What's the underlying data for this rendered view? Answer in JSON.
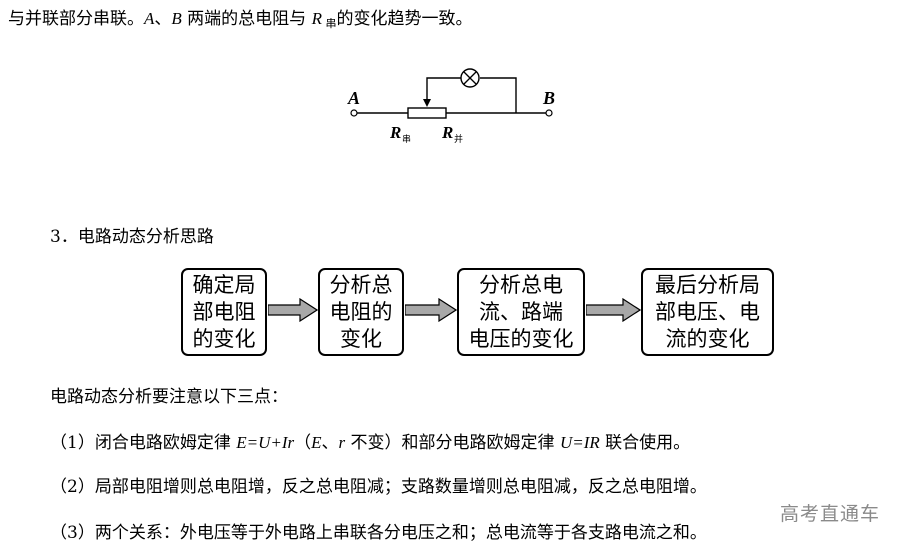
{
  "intro": {
    "text1": "与并联部分串联。",
    "a": "A",
    "sep": "、",
    "b": "B",
    "text2": " 两端的总电阻与 ",
    "r": "R",
    "r_sub": " 串",
    "text3": "的变化趋势一致。"
  },
  "circuit": {
    "label_a": "A",
    "label_b": "B",
    "r1": "R",
    "r1_sub": "串",
    "r2": "R",
    "r2_sub": "并"
  },
  "section": {
    "heading": "3．电路动态分析思路"
  },
  "flow": {
    "steps": [
      "确定局\n部电阻\n的变化",
      "分析总\n电阻的\n变化",
      "分析总电\n流、路端\n电压的变化",
      "最后分析局\n部电压、电\n流的变化"
    ]
  },
  "notes": {
    "title": "电路动态分析要注意以下三点：",
    "item1": {
      "p1": "（1）闭合电路欧姆定律 ",
      "f1": "E=U+Ir",
      "p2": "（",
      "e": "E",
      "p3": "、",
      "r": "r",
      "p4": " 不变）和部分电路欧姆定律 ",
      "f2": "U=IR",
      "p5": " 联合使用。"
    },
    "item2": "（2）局部电阻增则总电阻增，反之总电阻减；支路数量增则总电阻减，反之总电阻增。",
    "item3": "（3）两个关系：外电压等于外电路上串联各分电压之和；总电流等于各支路电流之和。"
  },
  "watermark": "高考直通车"
}
